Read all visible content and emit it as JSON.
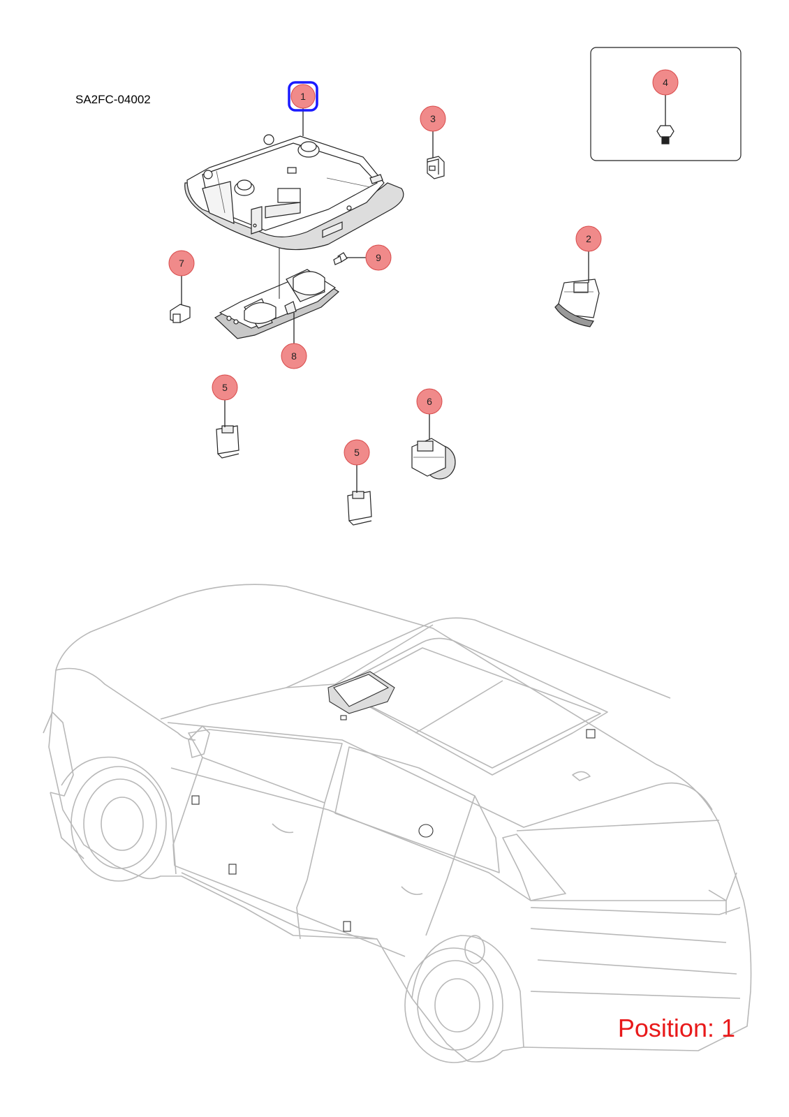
{
  "diagram": {
    "code": "SA2FC-04002",
    "position_label": "Position: 1",
    "selected_callout": "1"
  },
  "callouts": [
    {
      "id": "c1",
      "label": "1",
      "selected": true
    },
    {
      "id": "c2",
      "label": "2"
    },
    {
      "id": "c3",
      "label": "3"
    },
    {
      "id": "c4",
      "label": "4"
    },
    {
      "id": "c5a",
      "label": "5"
    },
    {
      "id": "c5b",
      "label": "5"
    },
    {
      "id": "c6",
      "label": "6"
    },
    {
      "id": "c7",
      "label": "7"
    },
    {
      "id": "c8",
      "label": "8"
    },
    {
      "id": "c9",
      "label": "9"
    }
  ],
  "colors": {
    "callout_fill": "#f08a8a",
    "callout_stroke": "#d84a4a",
    "selected_outline": "#1a1aff",
    "position_text": "#e8191a",
    "car_outline": "#b8b8b8",
    "part_line": "#222222"
  }
}
